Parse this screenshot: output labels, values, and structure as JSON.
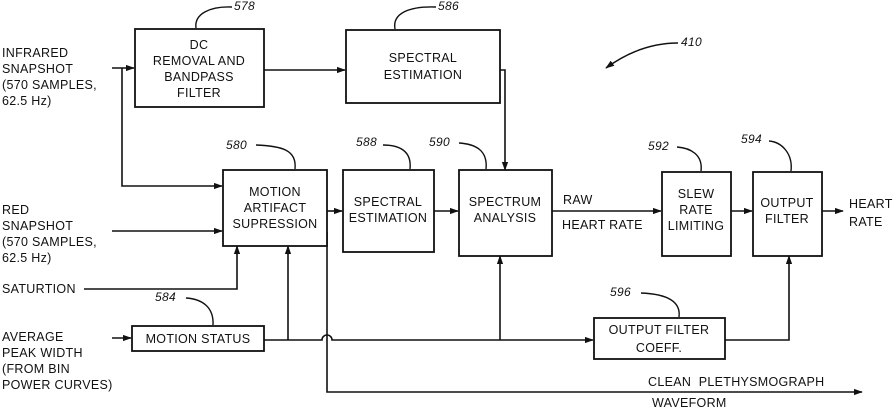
{
  "figure_ref": "410",
  "inputs": {
    "infrared": [
      "INFRARED",
      "SNAPSHOT",
      "(570 SAMPLES,",
      "62.5 Hz)"
    ],
    "red": [
      "RED",
      "SNAPSHOT",
      "(570 SAMPLES,",
      "62.5 Hz)"
    ],
    "saturation": [
      "SATURTION"
    ],
    "avg_peak_width": [
      "AVERAGE",
      "PEAK WIDTH",
      "(FROM BIN",
      "POWER CURVES)"
    ]
  },
  "blocks": {
    "dc_filter": {
      "ref": "578",
      "lines": [
        "DC",
        "REMOVAL AND",
        "BANDPASS",
        "FILTER"
      ]
    },
    "spectral_est_top": {
      "ref": "586",
      "lines": [
        "SPECTRAL",
        "ESTIMATION"
      ]
    },
    "motion_artifact": {
      "ref": "580",
      "lines": [
        "MOTION",
        "ARTIFACT",
        "SUPRESSION"
      ]
    },
    "spectral_est_mid": {
      "ref": "588",
      "lines": [
        "SPECTRAL",
        "ESTIMATION"
      ]
    },
    "spectrum_analysis": {
      "ref": "590",
      "lines": [
        "SPECTRUM",
        "ANALYSIS"
      ]
    },
    "slew_rate": {
      "ref": "592",
      "lines": [
        "SLEW",
        "RATE",
        "LIMITING"
      ]
    },
    "output_filter": {
      "ref": "594",
      "lines": [
        "OUTPUT",
        "FILTER"
      ]
    },
    "motion_status": {
      "ref": "584",
      "lines": [
        "MOTION STATUS"
      ]
    },
    "output_filter_coeff": {
      "ref": "596",
      "lines": [
        "OUTPUT FILTER",
        "COEFF."
      ]
    }
  },
  "signals": {
    "raw_hr": [
      "RAW",
      "HEART RATE"
    ],
    "heart_rate_out": [
      "HEART",
      "RATE"
    ],
    "clean_pleth": [
      "CLEAN  PLETHYSMOGRAPH",
      "WAVEFORM"
    ]
  }
}
